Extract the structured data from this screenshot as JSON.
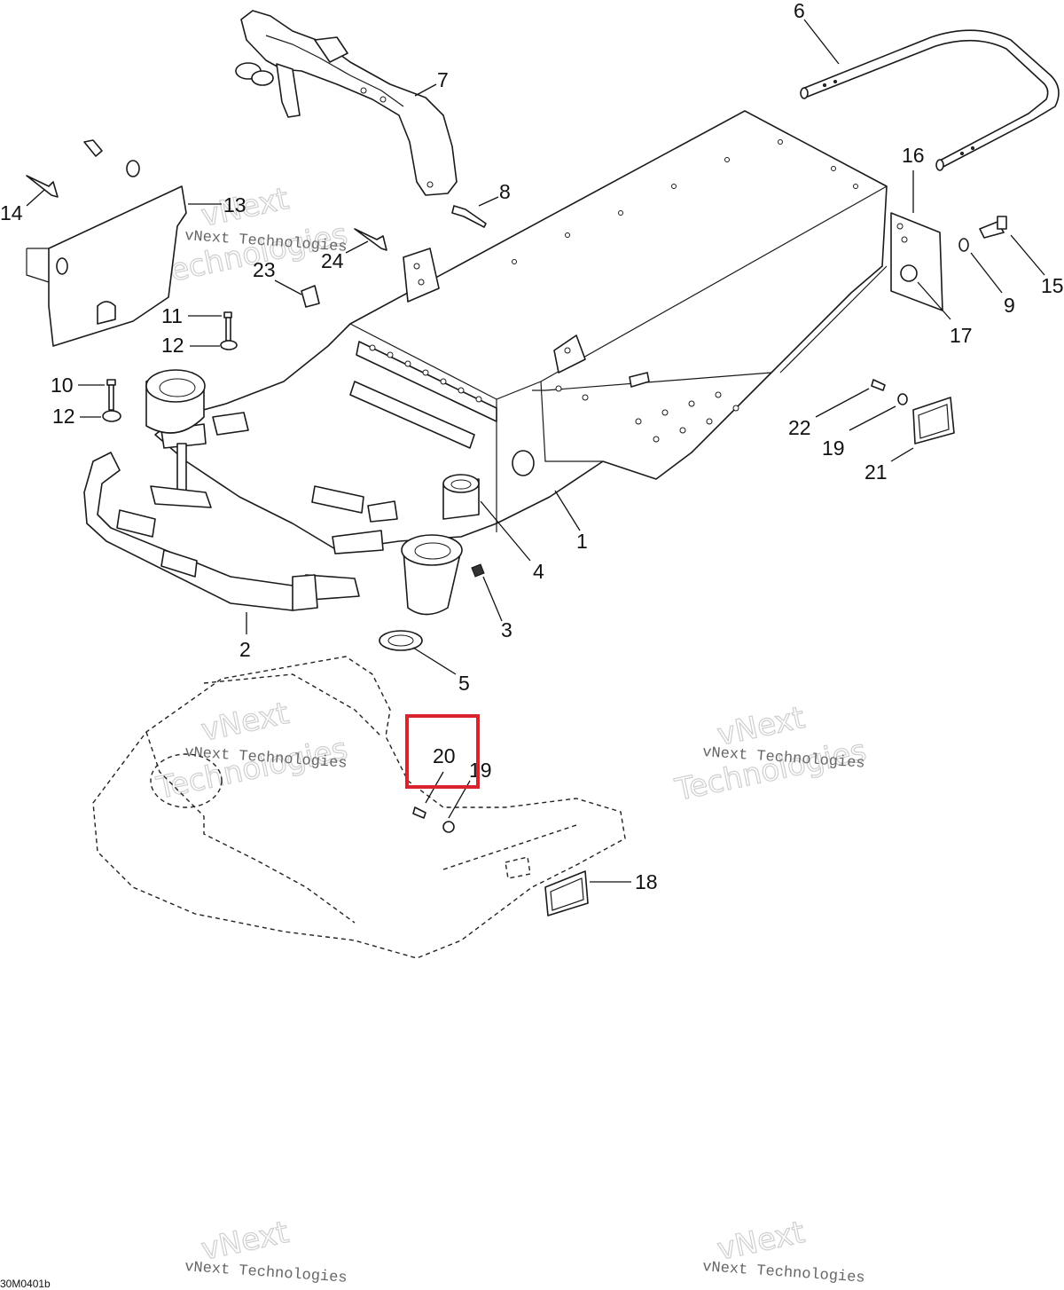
{
  "diagram": {
    "reference_code": "30M0401b",
    "highlight_color": "#d9232d",
    "watermark": {
      "line1": "vNext Technologies",
      "line2a": "vNext",
      "line2b": "Technologies"
    },
    "callouts": {
      "c1": "1",
      "c2": "2",
      "c3": "3",
      "c4": "4",
      "c5": "5",
      "c6": "6",
      "c7": "7",
      "c8": "8",
      "c9": "9",
      "c10": "10",
      "c11": "11",
      "c12a": "12",
      "c12b": "12",
      "c13": "13",
      "c14": "14",
      "c15": "15",
      "c16": "16",
      "c17": "17",
      "c18": "18",
      "c19a": "19",
      "c19b": "19",
      "c20": "20",
      "c21": "21",
      "c22": "22",
      "c23": "23",
      "c24": "24"
    },
    "highlighted_callout": "20"
  }
}
